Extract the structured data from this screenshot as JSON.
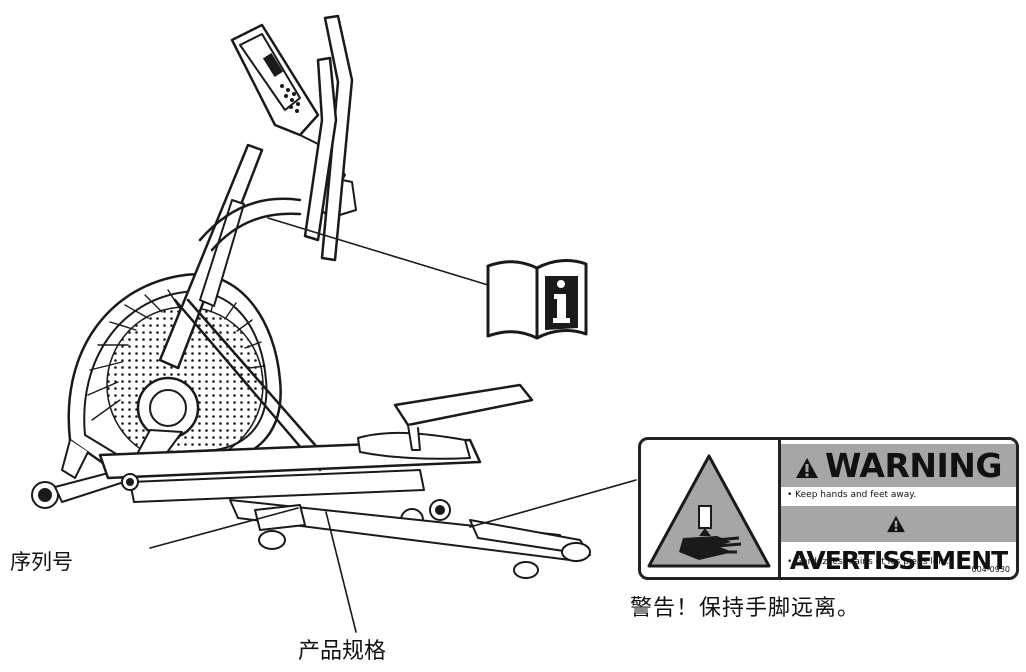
{
  "callouts": {
    "serial_number": "序列号",
    "product_spec": "产品规格",
    "warning_cn": "警告！保持手脚远离。"
  },
  "warning_label": {
    "heading": "WARNING",
    "heading_fr": "AVERTISSEMENT",
    "message_en": "• Keep hands and feet away.",
    "message_fr": "• Gardez les mains et les pieds loin.",
    "code": "004-0930"
  },
  "icons": {
    "manual": "read-manual-icon",
    "hazard": "hand-crush-hazard-icon",
    "alert": "warning-triangle-icon"
  },
  "colors": {
    "line": "#1a1a1a",
    "banner": "#a6a6a6"
  }
}
